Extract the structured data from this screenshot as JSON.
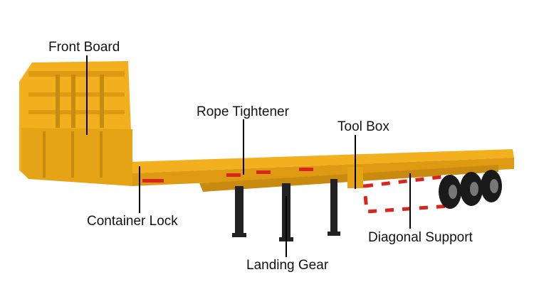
{
  "labels": {
    "front_board": "Front Board",
    "rope_tightener": "Rope Tightener",
    "tool_box": "Tool Box",
    "container_lock": "Container Lock",
    "diagonal_support": "Diagonal Support",
    "landing_gear": "Landing Gear"
  },
  "colors": {
    "trailer_body": "#f2b01e",
    "trailer_shadow": "#c98a10",
    "tires": "#1a1a1a",
    "reflective_red": "#d8261c",
    "reflective_white": "#ffffff",
    "leader_line": "#000000"
  }
}
